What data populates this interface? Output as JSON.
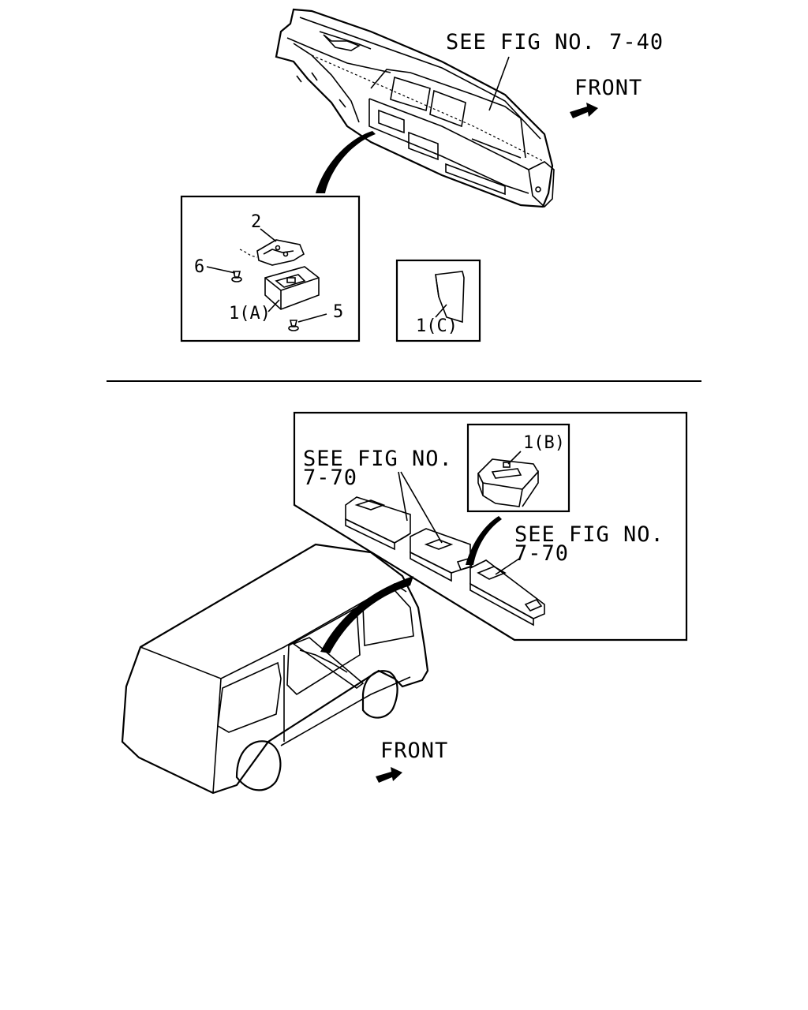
{
  "top_section": {
    "ref_dashboard": "SEE FIG NO. 7-40",
    "front_label": "FRONT",
    "callouts": {
      "bracket": "2",
      "screw_left": "6",
      "module_a": "1(A)",
      "screw_right": "5",
      "part_c": "1(C)"
    }
  },
  "bottom_section": {
    "ref_left_line1": "SEE FIG NO.",
    "ref_left_line2": "7-70",
    "ref_right_line1": "SEE FIG NO.",
    "ref_right_line2": "7-70",
    "part_b": "1(B)",
    "front_label": "FRONT"
  }
}
